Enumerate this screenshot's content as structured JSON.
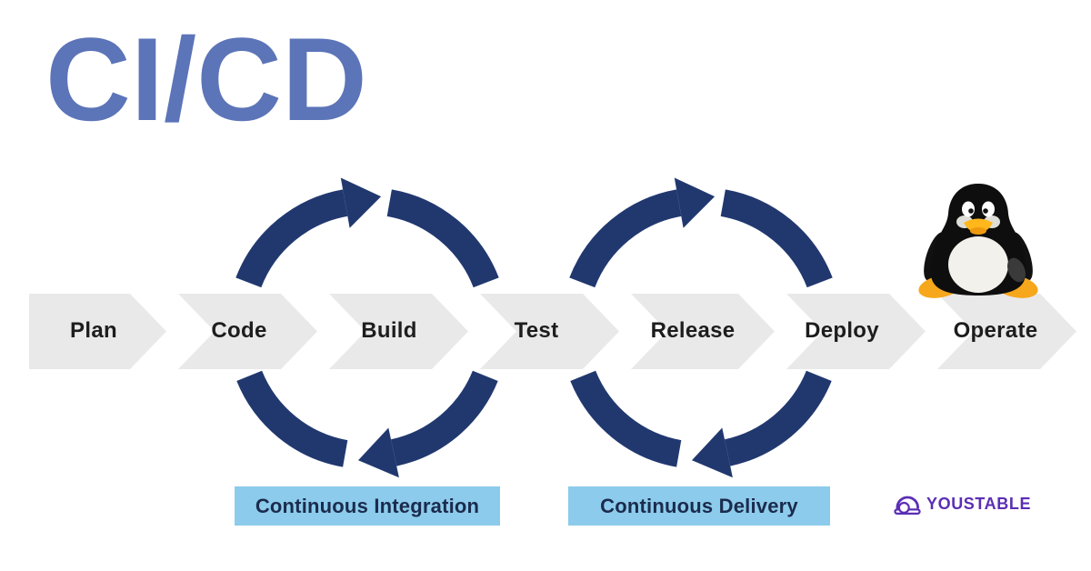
{
  "title": "CI/CD",
  "pipeline": {
    "stages": [
      "Plan",
      "Code",
      "Build",
      "Test",
      "Release",
      "Deploy",
      "Operate"
    ]
  },
  "loops": [
    {
      "label": "Continuous Integration"
    },
    {
      "label": "Continuous Delivery"
    }
  ],
  "brand": {
    "name": "YOUSTABLE"
  },
  "icons": {
    "mascot": "tux-linux-penguin-icon",
    "brand": "astronaut-helmet-icon",
    "loops": "circular-arrows-cycle-icon"
  },
  "colors": {
    "title_blue": "#5C74B8",
    "loop_navy": "#21386F",
    "band_gray": "#E9E9E9",
    "stage_text": "#1D1D1D",
    "label_bg": "#8CCBEB",
    "label_text": "#1B2B4D",
    "brand_purple": "#5B2EB5"
  }
}
